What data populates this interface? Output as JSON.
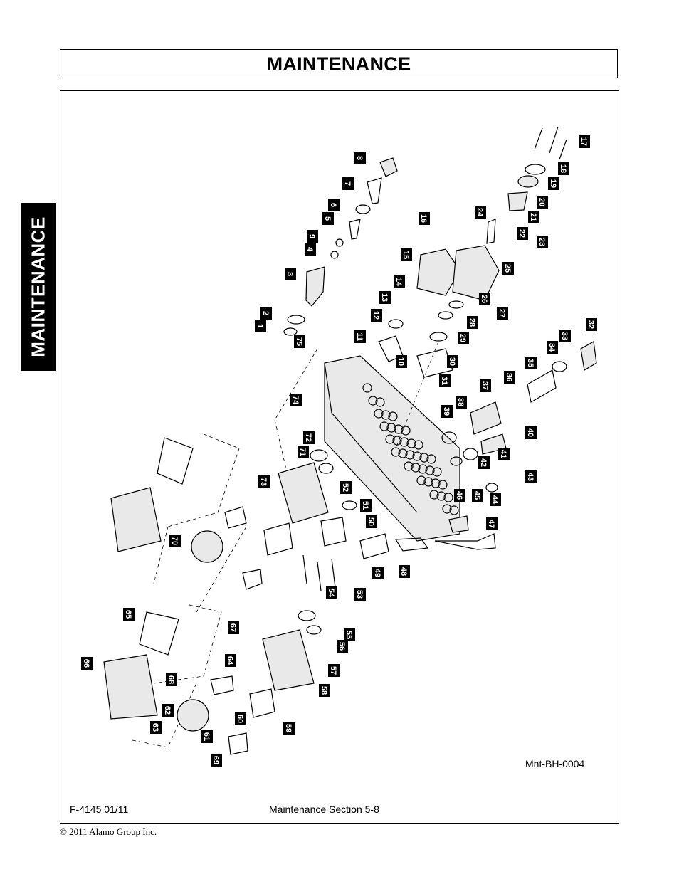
{
  "header": {
    "title": "MAINTENANCE"
  },
  "side_tab": {
    "label": "MAINTENANCE"
  },
  "diagram": {
    "id_label": "Mnt-BH-0004",
    "part_numbers": [
      "1",
      "2",
      "3",
      "4",
      "5",
      "6",
      "7",
      "8",
      "9",
      "10",
      "11",
      "12",
      "13",
      "14",
      "15",
      "16",
      "17",
      "18",
      "19",
      "20",
      "21",
      "22",
      "23",
      "24",
      "25",
      "26",
      "27",
      "28",
      "29",
      "30",
      "31",
      "32",
      "33",
      "34",
      "35",
      "36",
      "37",
      "38",
      "39",
      "40",
      "41",
      "42",
      "43",
      "44",
      "45",
      "46",
      "47",
      "48",
      "49",
      "50",
      "51",
      "52",
      "53",
      "54",
      "55",
      "56",
      "57",
      "58",
      "59",
      "60",
      "61",
      "62",
      "63",
      "64",
      "65",
      "66",
      "67",
      "68",
      "69",
      "70",
      "71",
      "72",
      "73",
      "74",
      "75"
    ]
  },
  "footer": {
    "doc_number": "F-4145   01/11",
    "section": "Maintenance Section 5-8",
    "copyright": "© 2011 Alamo Group Inc."
  }
}
